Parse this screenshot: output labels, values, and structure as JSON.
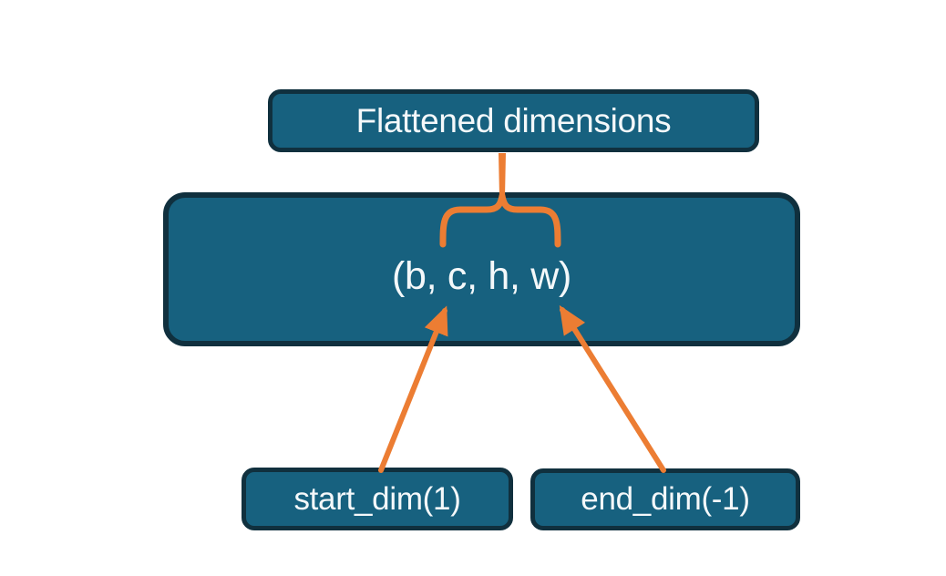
{
  "colors": {
    "box_fill": "#17617F",
    "box_border": "#10303E",
    "accent_orange": "#EC7D33",
    "text_color": "#F4F8FA",
    "background": "#FFFFFF"
  },
  "diagram": {
    "nodes": {
      "flattened_label": "Flattened dimensions",
      "tensor_shape": "(b, c, h, w)",
      "start_dim": "start_dim(1)",
      "end_dim": "end_dim(-1)"
    }
  }
}
